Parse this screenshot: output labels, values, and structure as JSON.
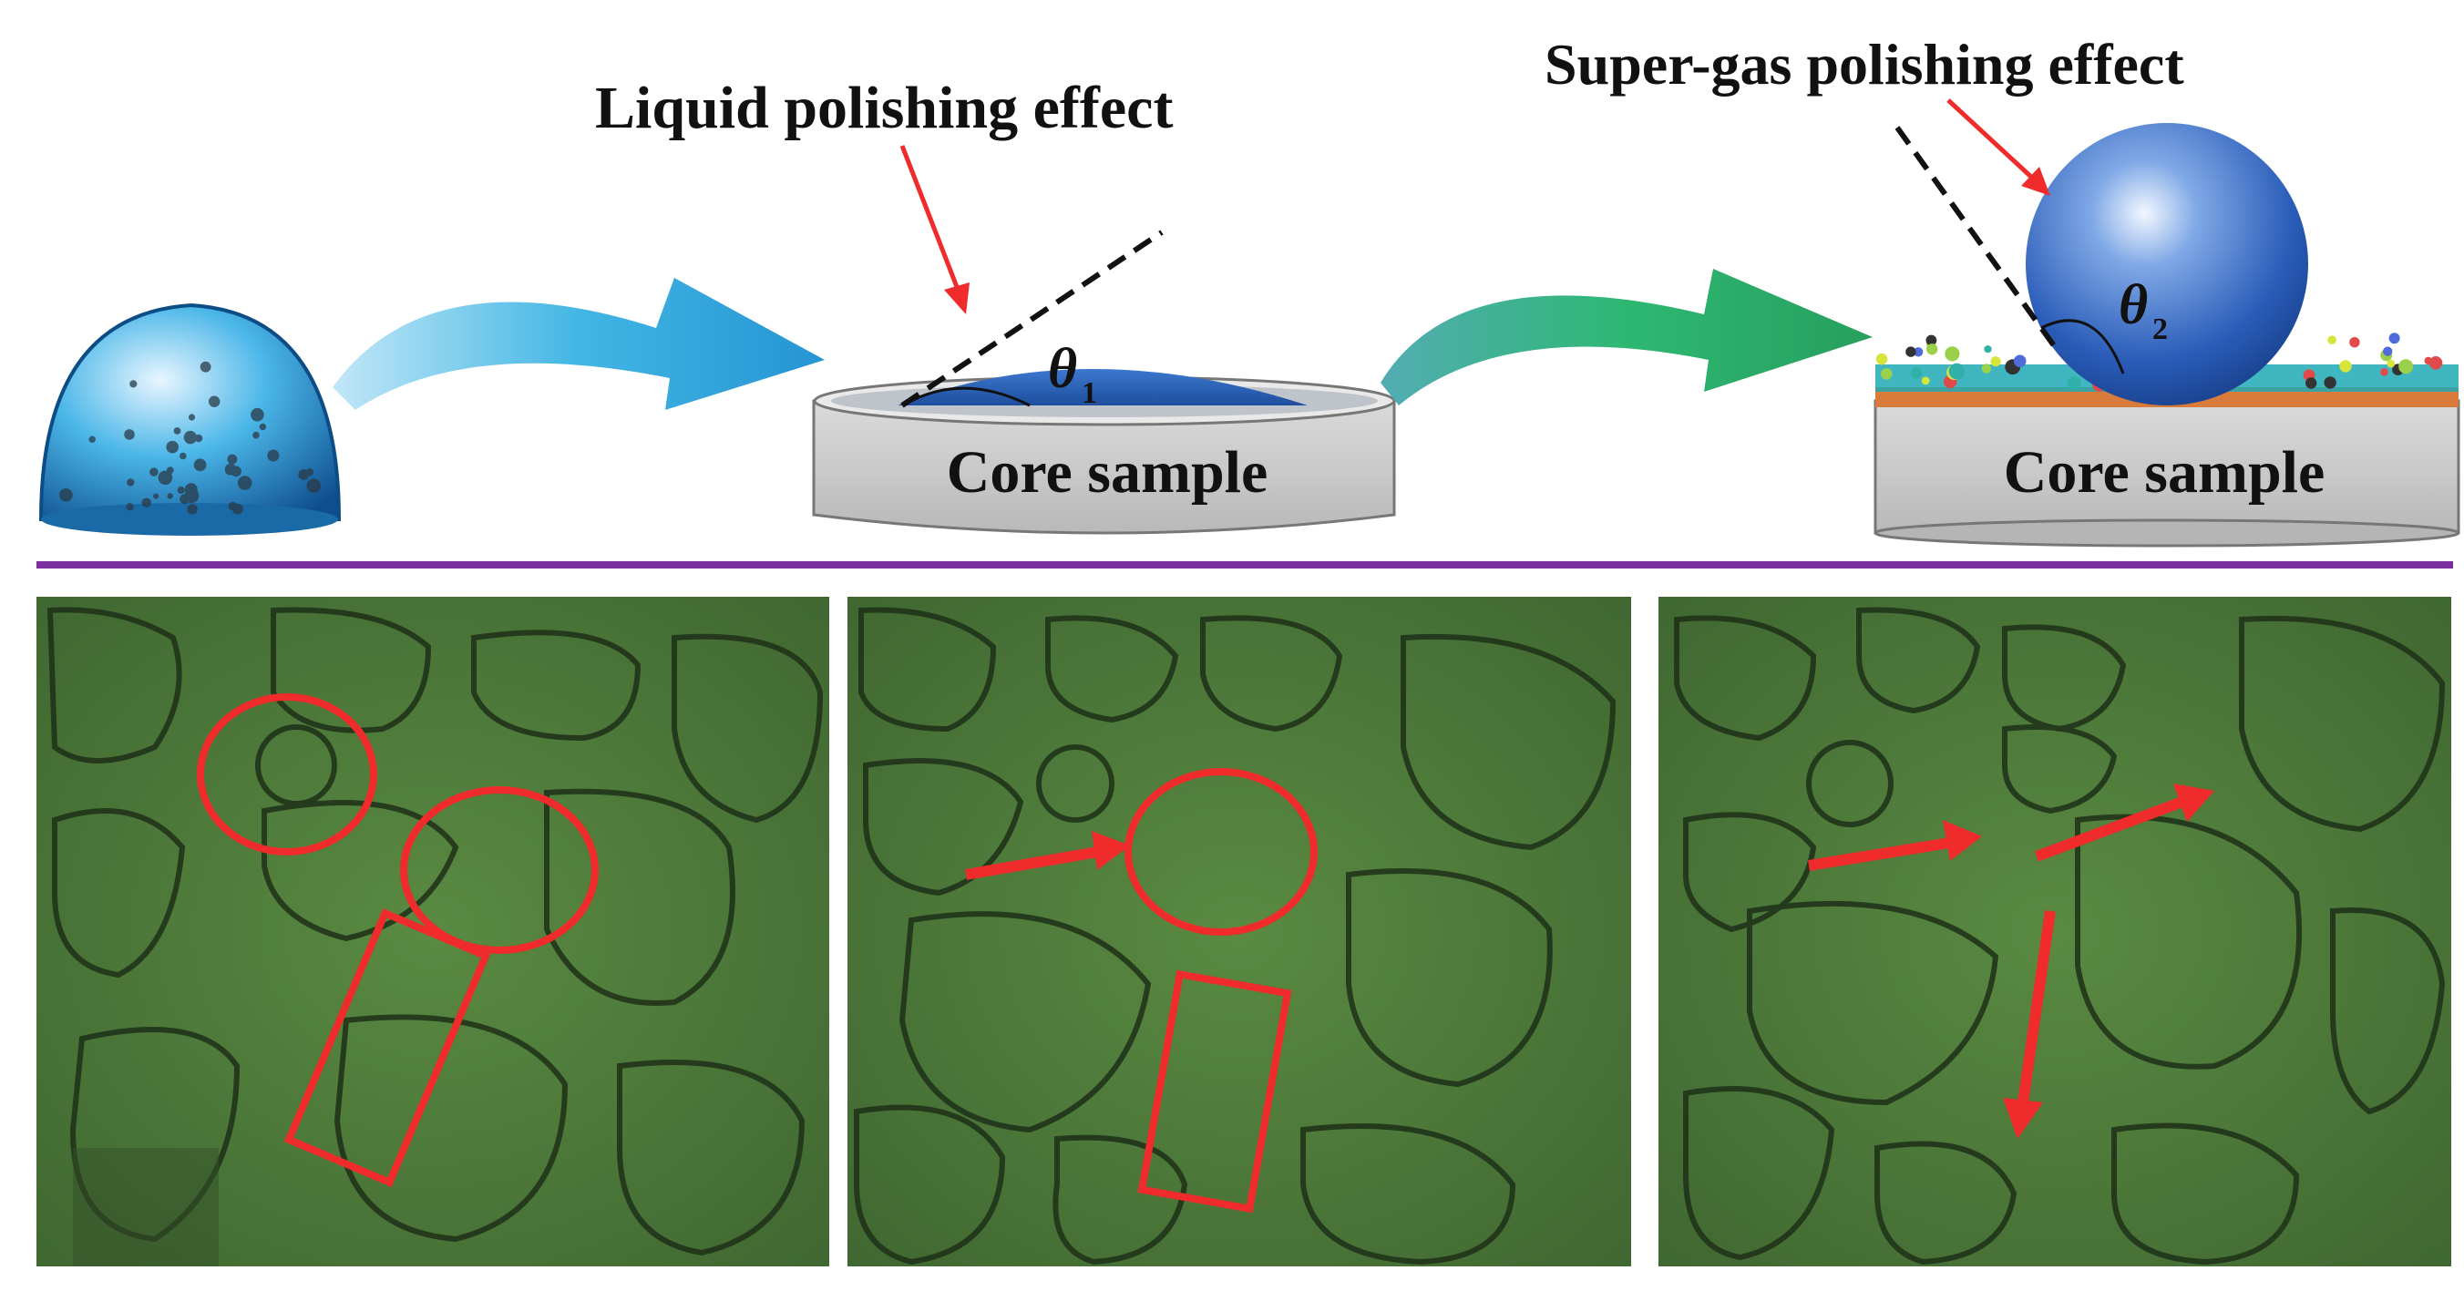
{
  "top": {
    "liquid_label": "Liquid polishing effect",
    "supergas_label": "Super-gas polishing effect",
    "core_label_1": "Core sample",
    "core_label_2": "Core sample",
    "theta1": "θ",
    "theta1_sub": "1",
    "theta2": "θ",
    "theta2_sub": "2"
  },
  "colors": {
    "divider": "#7a2ea0",
    "highlight": "#ef2b2b",
    "micromodel_bg": "#4f7a3c",
    "arrow_blue": "#2aa9dd",
    "arrow_green": "#2fae6a",
    "droplet_blue": "#2f5fb0",
    "core_gray": "#c8c8c8"
  },
  "bottom_panels": [
    {
      "name": "panel-1",
      "marks": [
        "circle",
        "circle",
        "rectangle"
      ]
    },
    {
      "name": "panel-2",
      "marks": [
        "arrow",
        "circle",
        "rectangle"
      ]
    },
    {
      "name": "panel-3",
      "marks": [
        "arrow",
        "arrow",
        "arrow"
      ]
    }
  ]
}
